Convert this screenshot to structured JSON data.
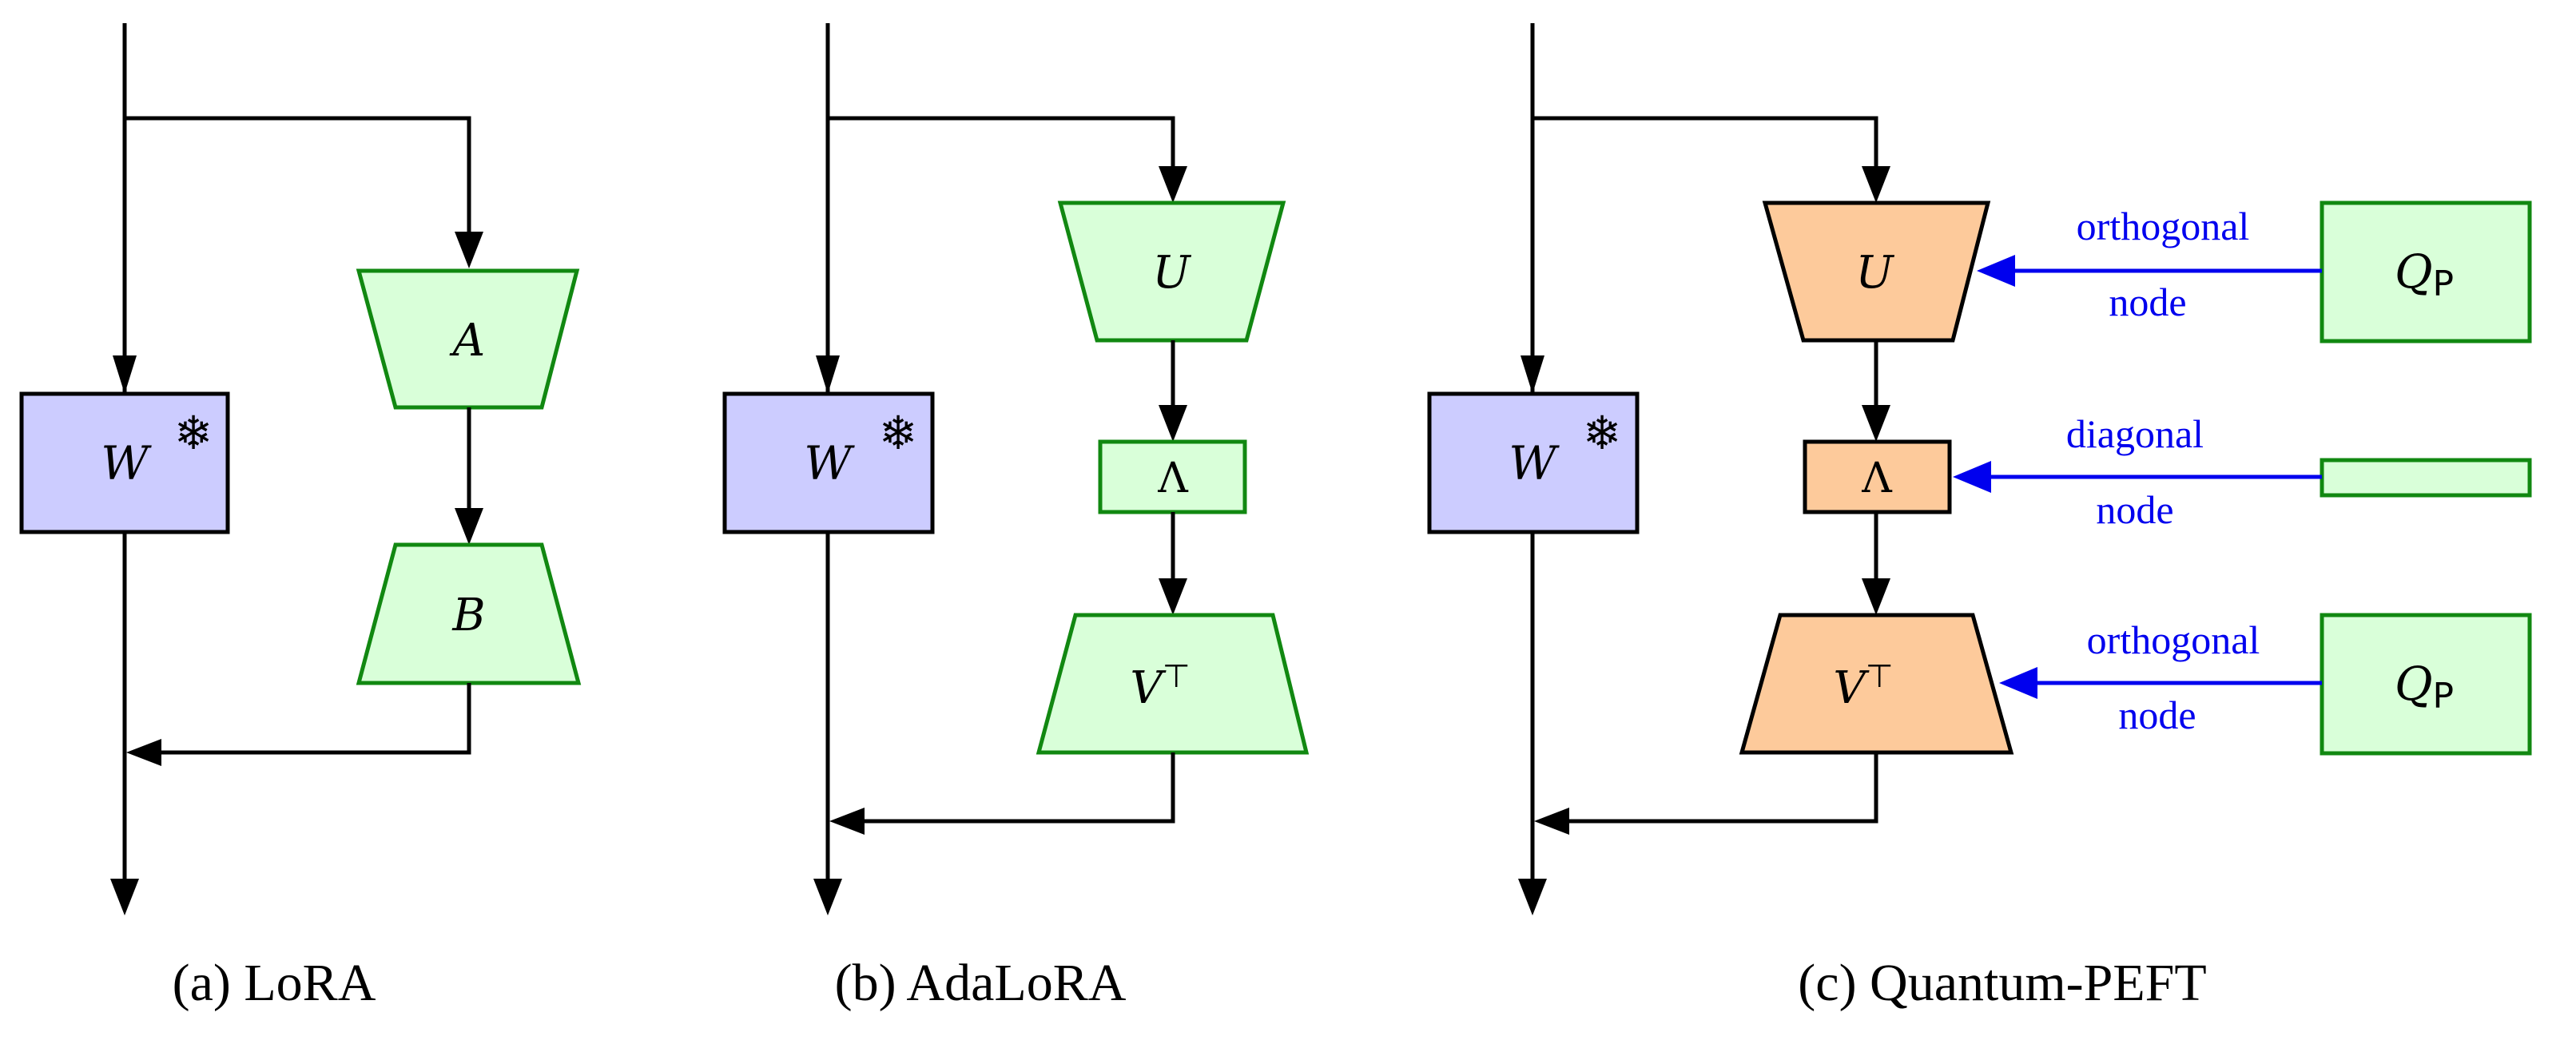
{
  "colors": {
    "frozen_fill": "#ccccff",
    "trainable_fill": "#d9ffd9",
    "trainable_stroke": "#118811",
    "quantum_fill": "#fdca9b",
    "arrow_blue": "#0000ee",
    "line": "#000000"
  },
  "icons": {
    "frozen": "snowflake-icon",
    "frozen_glyph": "❄"
  },
  "panels": [
    {
      "caption": "(a) LoRA",
      "frozen": {
        "label": "W"
      },
      "blocks": [
        {
          "label": "A"
        },
        {
          "label": "B"
        }
      ]
    },
    {
      "caption": "(b) AdaLoRA",
      "frozen": {
        "label": "W"
      },
      "blocks": [
        {
          "label": "U"
        },
        {
          "label": "Λ"
        },
        {
          "label": "V",
          "sup": "⊤"
        }
      ]
    },
    {
      "caption": "(c) Quantum-PEFT",
      "frozen": {
        "label": "W"
      },
      "blocks": [
        {
          "label": "U"
        },
        {
          "label": "Λ"
        },
        {
          "label": "V",
          "sup": "⊤"
        }
      ],
      "generators": [
        {
          "label": "Q",
          "sub": "P",
          "edge_top": "orthogonal",
          "edge_bottom": "node"
        },
        {
          "label": "",
          "edge_top": "diagonal",
          "edge_bottom": "node"
        },
        {
          "label": "Q",
          "sub": "P",
          "edge_top": "orthogonal",
          "edge_bottom": "node"
        }
      ]
    }
  ]
}
